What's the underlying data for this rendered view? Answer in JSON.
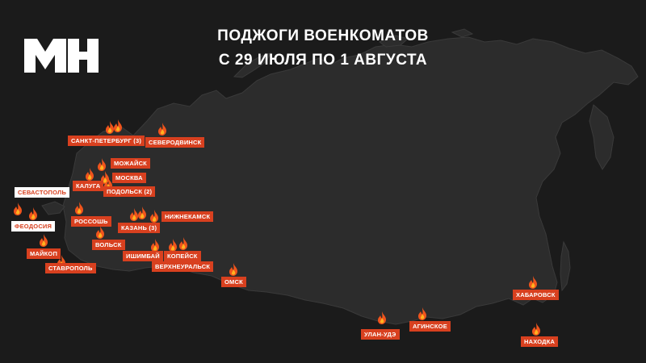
{
  "title": {
    "line1": "ПОДЖОГИ ВОЕНКОМАТОВ",
    "line2": "С 29 ИЮЛЯ ПО 1 АВГУСТА"
  },
  "logo": {
    "text": "МН"
  },
  "colors": {
    "background": "#1b1b1b",
    "land": "#2c2c2c",
    "label_bg": "#d8401f",
    "label_alt_bg": "#ffffff"
  },
  "icons": {
    "marker": "fire-icon"
  },
  "labels": {
    "spb": "САНКТ-ПЕТЕРБУРГ (3)",
    "severodvinsk": "СЕВЕРОДВИНСК",
    "mozhaysk": "МОЖАЙСК",
    "moskva": "МОСКВА",
    "kaluga": "КАЛУГА",
    "podolsk": "ПОДОЛЬСК (2)",
    "sevastopol": "СЕВАСТОПОЛЬ",
    "feodosia": "ФЕОДОСИЯ",
    "rossosh": "РОССОШЬ",
    "kazan": "КАЗАНЬ (3)",
    "nizhnekamsk": "НИЖНЕКАМСК",
    "volsk": "ВОЛЬСК",
    "maykop": "МАЙКОП",
    "ishimbay": "ИШИМБАЙ",
    "kopeysk": "КОПЕЙСК",
    "stavropol": "СТАВРОПОЛЬ",
    "verkhneuralsk": "ВЕРХНЕУРАЛЬСК",
    "omsk": "ОМСК",
    "ulanude": "УЛАН-УДЭ",
    "aginskoe": "АГИНСКОЕ",
    "khabarovsk": "ХАБАРОВСК",
    "nakhodka": "НАХОДКА"
  }
}
